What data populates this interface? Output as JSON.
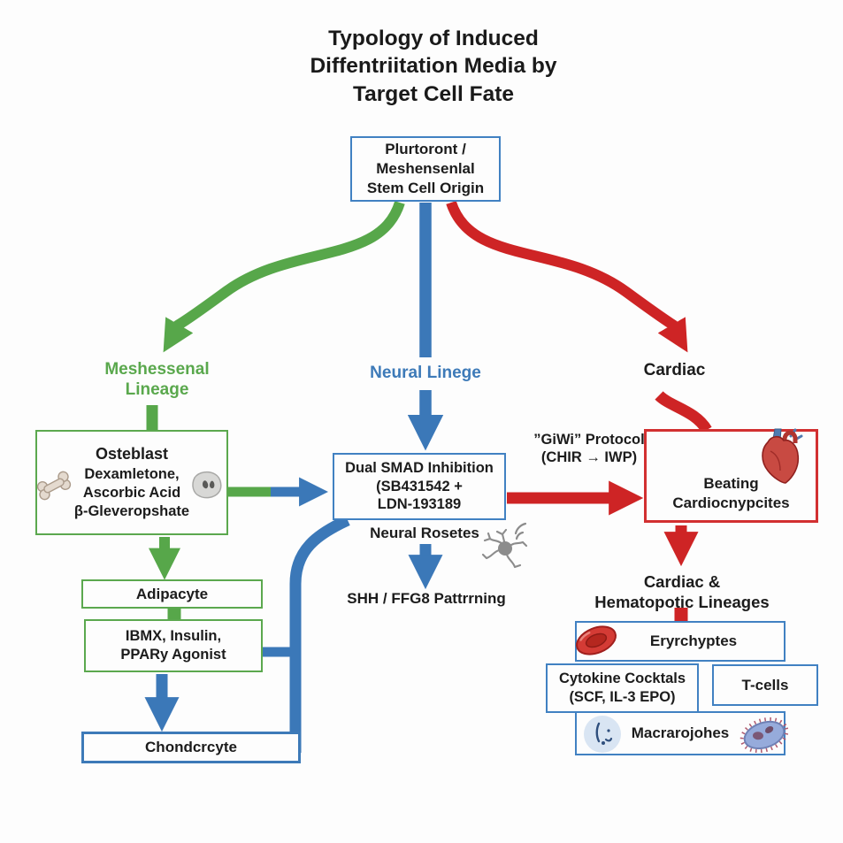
{
  "title": "Typology of Induced\nDiffentriitation Media by\nTarget Cell Fate",
  "colors": {
    "lineage_green": "#5ba84e",
    "flow_blue": "#3b78b8",
    "flow_red": "#ce2425",
    "box_border_blue": "#4181c2",
    "box_border_red": "#d23031",
    "text_black": "#1c1c1c"
  },
  "stem": {
    "label": "Plurtoront /\nMeshensenlal\nStem Cell Origin"
  },
  "lineages": {
    "mesenchymal": "Meshessenal\nLineage",
    "neural": "Neural Linege",
    "cardiac": "Cardiac"
  },
  "osteoblast": {
    "title": "Osteblast",
    "body": "Dexamletone,\nAscorbic Acid\nβ-Gleveropshate"
  },
  "adipocyte": {
    "label": "Adipacyte"
  },
  "ibmx": {
    "label": "IBMX, Insulin,\nPPARy Agonist"
  },
  "chondrocyte": {
    "label": "Chondcrcyte"
  },
  "dual_smad": {
    "label": "Dual SMAD Inhibition\n(SB431542 +\nLDN-193189"
  },
  "neural_rosettes": {
    "label": "Neural Rosetes"
  },
  "shh": {
    "label": "SHH / FFG8 Pattrrning"
  },
  "giwi": {
    "label": "”GiWi” Protocol\n(CHIR → IWP)"
  },
  "beating": {
    "label": "Beating\nCardiocnypcites"
  },
  "cardiac_hemato": {
    "label": "Cardiac &\nHematopotic Lineages"
  },
  "erythrocytes": {
    "label": "Eryrchyptes"
  },
  "cytokine": {
    "label": "Cytokine Cocktals\n(SCF, IL-3 EPO)"
  },
  "tcells": {
    "label": "T-cells"
  },
  "macrophages": {
    "label": "Macrarojohes"
  },
  "icons": {
    "bone": "bone-icon",
    "osteocyte": "osteocyte-icon",
    "neuron": "neuron-icon",
    "heart": "heart-icon",
    "red_blood_cell": "red-blood-cell-icon",
    "cell_dish": "cell-dish-icon",
    "macrophage": "macrophage-icon"
  }
}
